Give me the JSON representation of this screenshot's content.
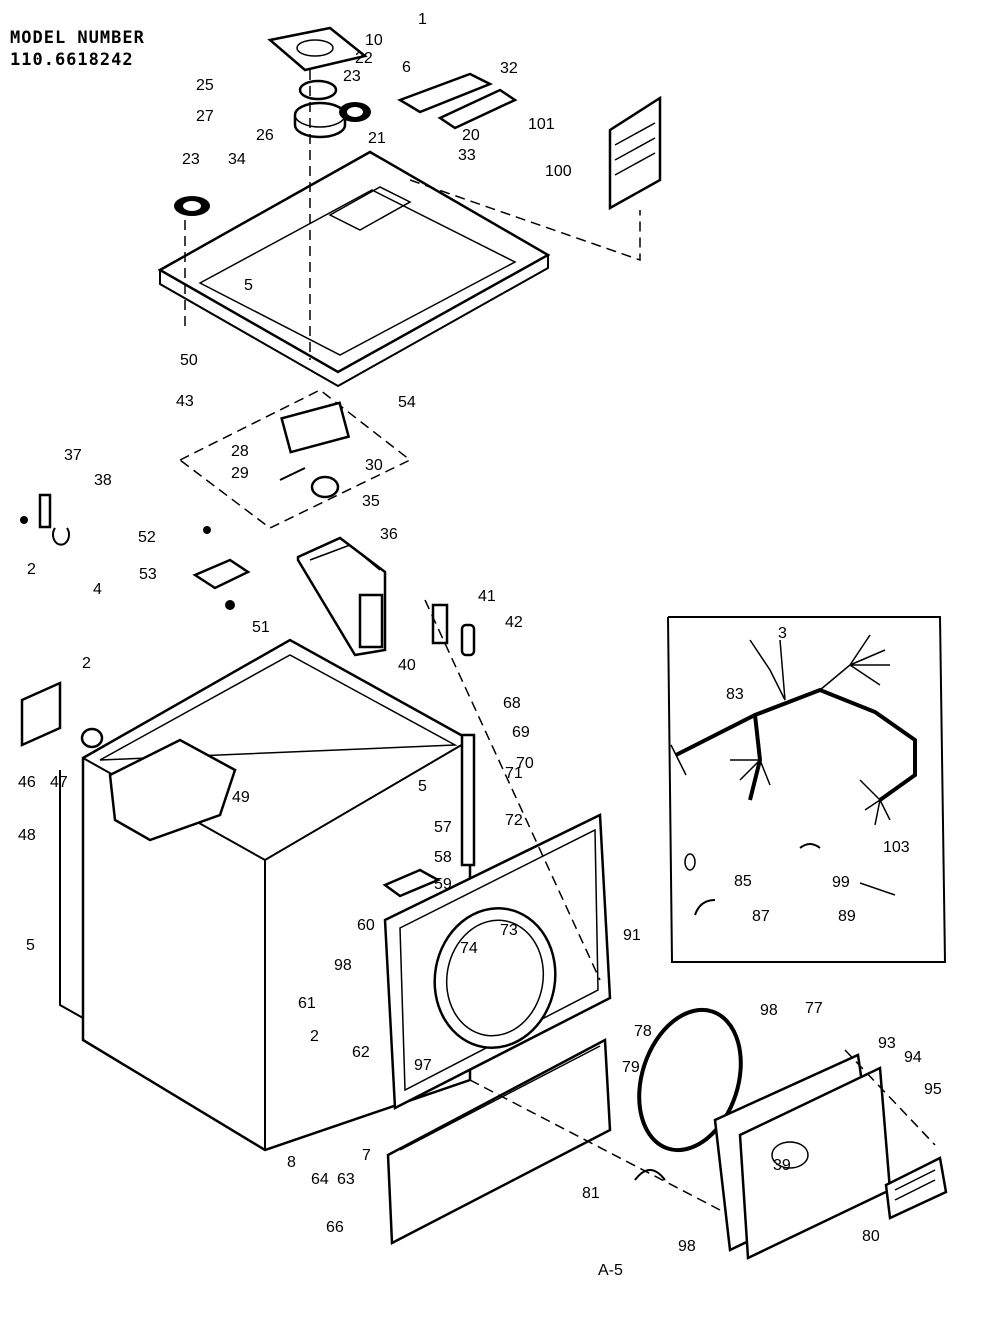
{
  "header": {
    "model_label": "MODEL NUMBER",
    "model_number": "110.6618242"
  },
  "page_id": "A-5",
  "parts": [
    {
      "id": "p1",
      "label": "1"
    },
    {
      "id": "p10",
      "label": "10"
    },
    {
      "id": "p22",
      "label": "22"
    },
    {
      "id": "p23a",
      "label": "23"
    },
    {
      "id": "p6",
      "label": "6"
    },
    {
      "id": "p32",
      "label": "32"
    },
    {
      "id": "p25",
      "label": "25"
    },
    {
      "id": "p27",
      "label": "27"
    },
    {
      "id": "p26",
      "label": "26"
    },
    {
      "id": "p21",
      "label": "21"
    },
    {
      "id": "p20",
      "label": "20"
    },
    {
      "id": "p101",
      "label": "101"
    },
    {
      "id": "p33",
      "label": "33"
    },
    {
      "id": "p100",
      "label": "100"
    },
    {
      "id": "p23b",
      "label": "23"
    },
    {
      "id": "p34",
      "label": "34"
    },
    {
      "id": "p5a",
      "label": "5"
    },
    {
      "id": "p50",
      "label": "50"
    },
    {
      "id": "p54",
      "label": "54"
    },
    {
      "id": "p43",
      "label": "43"
    },
    {
      "id": "p28",
      "label": "28"
    },
    {
      "id": "p29",
      "label": "29"
    },
    {
      "id": "p30",
      "label": "30"
    },
    {
      "id": "p37",
      "label": "37"
    },
    {
      "id": "p38",
      "label": "38"
    },
    {
      "id": "p2a",
      "label": "2"
    },
    {
      "id": "p4",
      "label": "4"
    },
    {
      "id": "p35",
      "label": "35"
    },
    {
      "id": "p52",
      "label": "52"
    },
    {
      "id": "p36",
      "label": "36"
    },
    {
      "id": "p53",
      "label": "53"
    },
    {
      "id": "p51",
      "label": "51"
    },
    {
      "id": "p41",
      "label": "41"
    },
    {
      "id": "p42",
      "label": "42"
    },
    {
      "id": "p40",
      "label": "40"
    },
    {
      "id": "p2b",
      "label": "2"
    },
    {
      "id": "p68",
      "label": "68"
    },
    {
      "id": "p69",
      "label": "69"
    },
    {
      "id": "p46",
      "label": "46"
    },
    {
      "id": "p47",
      "label": "47"
    },
    {
      "id": "p49",
      "label": "49"
    },
    {
      "id": "p70",
      "label": "70"
    },
    {
      "id": "p71",
      "label": "71"
    },
    {
      "id": "p48",
      "label": "48"
    },
    {
      "id": "p5b",
      "label": "5"
    },
    {
      "id": "p57",
      "label": "57"
    },
    {
      "id": "p72",
      "label": "72"
    },
    {
      "id": "p58",
      "label": "58"
    },
    {
      "id": "p59",
      "label": "59"
    },
    {
      "id": "p5c",
      "label": "5"
    },
    {
      "id": "p60",
      "label": "60"
    },
    {
      "id": "p73",
      "label": "73"
    },
    {
      "id": "p74",
      "label": "74"
    },
    {
      "id": "p91",
      "label": "91"
    },
    {
      "id": "p98a",
      "label": "98"
    },
    {
      "id": "p61",
      "label": "61"
    },
    {
      "id": "p62",
      "label": "62"
    },
    {
      "id": "p2c",
      "label": "2"
    },
    {
      "id": "p97",
      "label": "97"
    },
    {
      "id": "p78",
      "label": "78"
    },
    {
      "id": "p98b",
      "label": "98"
    },
    {
      "id": "p77",
      "label": "77"
    },
    {
      "id": "p93",
      "label": "93"
    },
    {
      "id": "p94",
      "label": "94"
    },
    {
      "id": "p95",
      "label": "95"
    },
    {
      "id": "p79",
      "label": "79"
    },
    {
      "id": "p8",
      "label": "8"
    },
    {
      "id": "p7",
      "label": "7"
    },
    {
      "id": "p64",
      "label": "64"
    },
    {
      "id": "p63",
      "label": "63"
    },
    {
      "id": "p39",
      "label": "39"
    },
    {
      "id": "p81",
      "label": "81"
    },
    {
      "id": "p66",
      "label": "66"
    },
    {
      "id": "p98c",
      "label": "98"
    },
    {
      "id": "p80",
      "label": "80"
    },
    {
      "id": "p83",
      "label": "83"
    },
    {
      "id": "p103",
      "label": "103"
    },
    {
      "id": "p85",
      "label": "85"
    },
    {
      "id": "p99",
      "label": "99"
    },
    {
      "id": "p87",
      "label": "87"
    },
    {
      "id": "p89",
      "label": "89"
    },
    {
      "id": "p3",
      "label": "3"
    }
  ]
}
